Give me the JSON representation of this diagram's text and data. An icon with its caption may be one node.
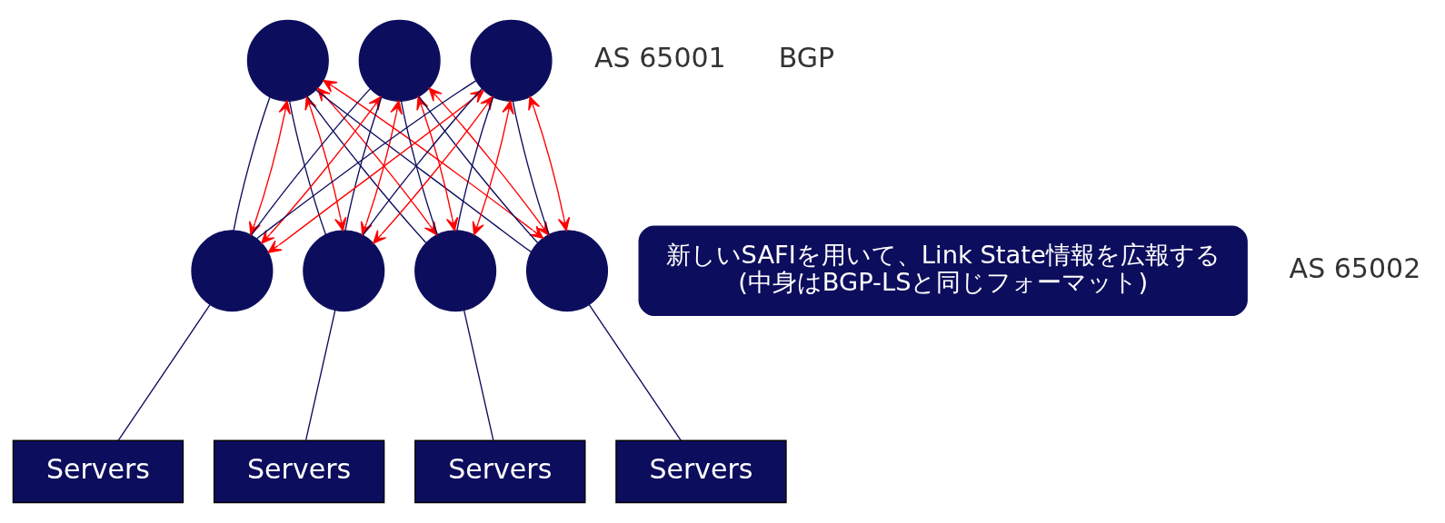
{
  "diagram": {
    "nodes": [
      {
        "text": [],
        "shape": "circle"
      },
      {
        "text": [],
        "shape": "circle"
      },
      {
        "text": [],
        "shape": "circle"
      },
      {
        "text": [],
        "shape": "circle"
      },
      {
        "text": [],
        "shape": "circle"
      },
      {
        "text": [],
        "shape": "circle"
      },
      {
        "text": [],
        "shape": "circle"
      },
      {
        "text": [
          "Servers"
        ]
      },
      {
        "text": [
          "Servers"
        ]
      },
      {
        "text": [
          "Servers"
        ]
      },
      {
        "text": [
          "Servers"
        ]
      },
      {
        "text": [
          "新しいSAFIを用いて、Link State情報を広報する(中身はBGP-LSと同じフォーマット)"
        ]
      }
    ],
    "edges": [
      {
        "from": 0,
        "to": 3,
        "arrow": "none"
      },
      {
        "from": 0,
        "to": 3,
        "arrow": "both",
        "color": "#ff0000"
      },
      {
        "from": 0,
        "to": 4,
        "arrow": "none"
      },
      {
        "from": 0,
        "to": 4,
        "arrow": "both",
        "color": "#ff0000"
      },
      {
        "from": 0,
        "to": 5,
        "arrow": "none"
      },
      {
        "from": 0,
        "to": 5,
        "arrow": "both",
        "color": "#ff0000"
      },
      {
        "from": 0,
        "to": 6,
        "arrow": "none"
      },
      {
        "from": 0,
        "to": 6,
        "arrow": "both",
        "color": "#ff0000"
      },
      {
        "from": 1,
        "to": 3,
        "arrow": "none"
      },
      {
        "from": 1,
        "to": 3,
        "arrow": "both",
        "color": "#ff0000"
      },
      {
        "from": 1,
        "to": 4,
        "arrow": "none"
      },
      {
        "from": 1,
        "to": 4,
        "arrow": "both",
        "color": "#ff0000"
      },
      {
        "from": 1,
        "to": 5,
        "arrow": "none"
      },
      {
        "from": 1,
        "to": 5,
        "arrow": "both",
        "color": "#ff0000"
      },
      {
        "from": 1,
        "to": 6,
        "arrow": "none"
      },
      {
        "from": 1,
        "to": 6,
        "arrow": "both",
        "color": "#ff0000"
      },
      {
        "from": 2,
        "to": 3,
        "arrow": "none"
      },
      {
        "from": 2,
        "to": 3,
        "arrow": "both",
        "color": "#ff0000"
      },
      {
        "from": 2,
        "to": 4,
        "arrow": "none"
      },
      {
        "from": 2,
        "to": 4,
        "arrow": "both",
        "color": "#ff0000"
      },
      {
        "from": 2,
        "to": 5,
        "arrow": "none"
      },
      {
        "from": 2,
        "to": 5,
        "arrow": "both",
        "color": "#ff0000"
      },
      {
        "from": 2,
        "to": 6,
        "arrow": "none"
      },
      {
        "from": 2,
        "to": 6,
        "arrow": "both",
        "color": "#ff0000"
      },
      {
        "from": 3,
        "to": 7,
        "arrow": "none"
      },
      {
        "from": 4,
        "to": 8,
        "arrow": "none"
      },
      {
        "from": 5,
        "to": 9,
        "arrow": "none"
      },
      {
        "from": 6,
        "to": 10,
        "arrow": "none"
      }
    ],
    "labels": [
      "AS 65001",
      "BGP",
      "AS 65002"
    ]
  }
}
